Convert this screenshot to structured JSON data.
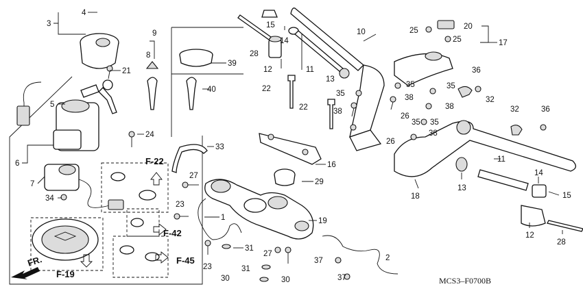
{
  "drawing_code": "MCS3–F0700B",
  "direction_label": "FR.",
  "references": {
    "f19": "F-19",
    "f22": "F-22",
    "f42": "F-42",
    "f45": "F-45"
  },
  "callouts": {
    "n1": "1",
    "n2": "2",
    "n3": "3",
    "n4": "4",
    "n5": "5",
    "n6": "6",
    "n7": "7",
    "n8": "8",
    "n9": "9",
    "n10": "10",
    "n11a": "11",
    "n11b": "11",
    "n12a": "12",
    "n12b": "12",
    "n13a": "13",
    "n13b": "13",
    "n14a": "14",
    "n14b": "14",
    "n15a": "15",
    "n15b": "15",
    "n16": "16",
    "n17": "17",
    "n18": "18",
    "n19": "19",
    "n20": "20",
    "n21": "21",
    "n22a": "22",
    "n22b": "22",
    "n23a": "23",
    "n23b": "23",
    "n24": "24",
    "n25a": "25",
    "n25b": "25",
    "n26a": "26",
    "n26b": "26",
    "n27a": "27",
    "n27b": "27",
    "n28a": "28",
    "n28b": "28",
    "n29": "29",
    "n30a": "30",
    "n30b": "30",
    "n31a": "31",
    "n31b": "31",
    "n32a": "32",
    "n32b": "32",
    "n33": "33",
    "n34": "34",
    "n35a": "35",
    "n35b": "35",
    "n35c": "35",
    "n35d": "35",
    "n35e": "35",
    "n36a": "36",
    "n36b": "36",
    "n37a": "37",
    "n37b": "37",
    "n38a": "38",
    "n38b": "38",
    "n38c": "38",
    "n38d": "38",
    "n39": "39",
    "n40": "40"
  }
}
